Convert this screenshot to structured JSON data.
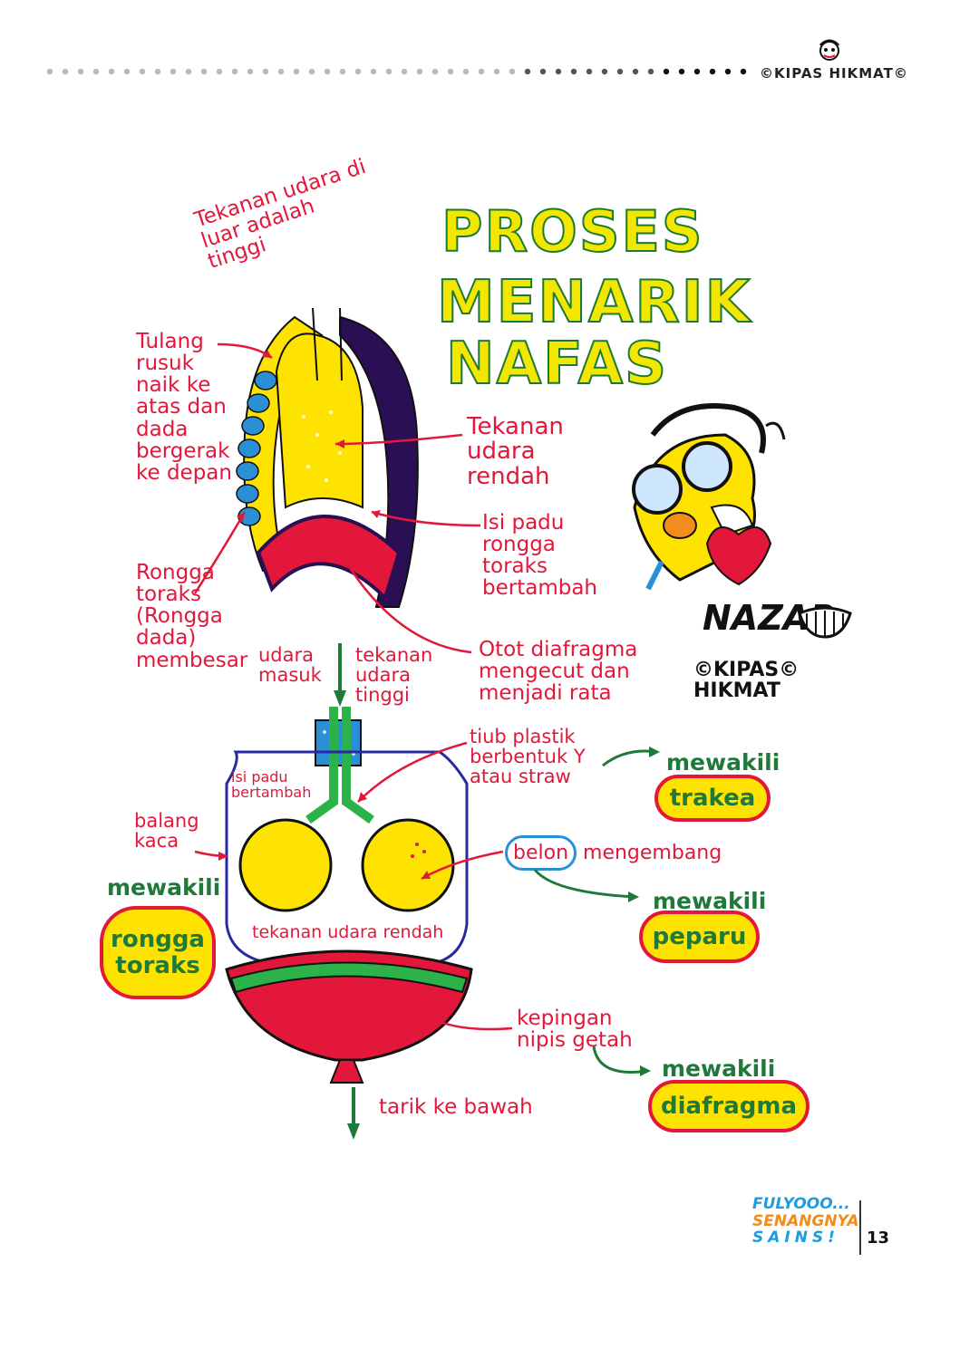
{
  "header": {
    "credit": "©KIPAS HIKMAT©"
  },
  "title": {
    "line1": "PROSES",
    "line2": "MENARIK",
    "line3": "NAFAS"
  },
  "chest_labels": {
    "outside_pressure": "Tekanan udara di luar adalah tinggi",
    "ribs": "Tulang rusuk naik ke atas dan dada bergerak ke depan",
    "low_pressure": "Tekanan udara rendah",
    "volume_increase": "Isi padu rongga toraks bertambah",
    "cavity_enlarge": "Rongga toraks (Rongga dada) membesar",
    "diaphragm": "Otot diafragma mengecut dan menjadi rata"
  },
  "model_labels": {
    "air_in": "udara masuk",
    "high_pressure": "tekanan udara tinggi",
    "y_tube": "tiub plastik berbentuk Y atau straw",
    "volume_up": "isi padu bertambah",
    "glass_jar": "balang kaca",
    "balloon_prefix": "belon",
    "balloon_suffix": "mengembang",
    "low_pressure": "tekanan udara rendah",
    "rubber_sheet": "kepingan nipis getah",
    "pull_down": "tarik ke bawah"
  },
  "represents": {
    "label": "mewakili",
    "trachea": "trakea",
    "lungs": "peparu",
    "thorax": "rongga toraks",
    "diaphragm": "diafragma"
  },
  "artist": {
    "signature": "NAZAR",
    "studio": "©KIPAS© HIKMAT"
  },
  "footer": {
    "series_line1": "FULYOOO...",
    "series_line2": "SENANGNYA",
    "series_line3": "SAINS!",
    "page_number": "13"
  },
  "colors": {
    "handwriting_red": "#e3173a",
    "title_yellow": "#f3e600",
    "title_green": "#1a7a2e",
    "represent_green": "#1f7a3a",
    "lung_yellow": "#ffe300",
    "rib_blue": "#2b8fd6",
    "chest_dark": "#2a0f55"
  }
}
